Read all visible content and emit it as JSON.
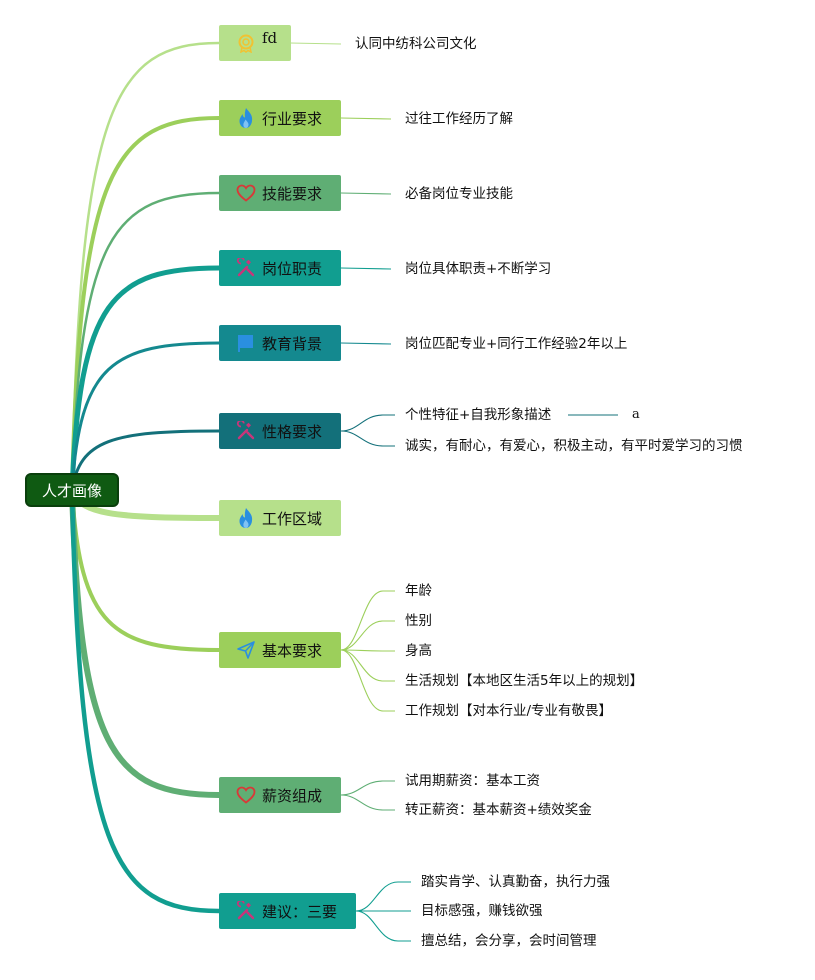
{
  "root": {
    "label": "人才画像"
  },
  "topics": [
    {
      "label": "fd",
      "icon": "award-badge-icon",
      "fill": "#b6e08b",
      "line": "#b6e08b",
      "children": [
        "认同中纺科公司文化"
      ]
    },
    {
      "label": "行业要求",
      "icon": "flame-icon",
      "fill": "#9ccf5b",
      "line": "#9ccf5b",
      "children": [
        "过往工作经历了解"
      ]
    },
    {
      "label": "技能要求",
      "icon": "heart-icon",
      "fill": "#5fae74",
      "line": "#5fae74",
      "children": [
        "必备岗位专业技能"
      ]
    },
    {
      "label": "岗位职责",
      "icon": "tools-icon",
      "fill": "#119e90",
      "line": "#119e90",
      "children": [
        "岗位具体职责+不断学习"
      ]
    },
    {
      "label": "教育背景",
      "icon": "flag-icon",
      "fill": "#14898f",
      "line": "#14898f",
      "children": [
        "岗位匹配专业+同行工作经验2年以上"
      ]
    },
    {
      "label": "性格要求",
      "icon": "tools-icon",
      "fill": "#13707a",
      "line": "#13707a",
      "children": [
        "个性特征+自我形象描述",
        "诚实，有耐心，有爱心，积极主动，有平时爱学习的习惯"
      ],
      "extra": "a"
    },
    {
      "label": "工作区域",
      "icon": "flame-icon",
      "fill": "#b6e08b",
      "line": "#b6e08b",
      "children": []
    },
    {
      "label": "基本要求",
      "icon": "send-icon",
      "fill": "#9ccf5b",
      "line": "#9ccf5b",
      "children": [
        "年龄",
        "性别",
        "身高",
        "生活规划【本地区生活5年以上的规划】",
        "工作规划【对本行业/专业有敬畏】"
      ]
    },
    {
      "label": "薪资组成",
      "icon": "heart-icon",
      "fill": "#5fae74",
      "line": "#5fae74",
      "children": [
        "试用期薪资：基本工资",
        "转正薪资：基本薪资+绩效奖金"
      ]
    },
    {
      "label": "建议：三要",
      "icon": "tools-icon",
      "fill": "#119e90",
      "line": "#119e90",
      "children": [
        "踏实肯学、认真勤奋，执行力强",
        "目标感强，赚钱欲强",
        "擅总结，会分享，会时间管理"
      ]
    }
  ]
}
